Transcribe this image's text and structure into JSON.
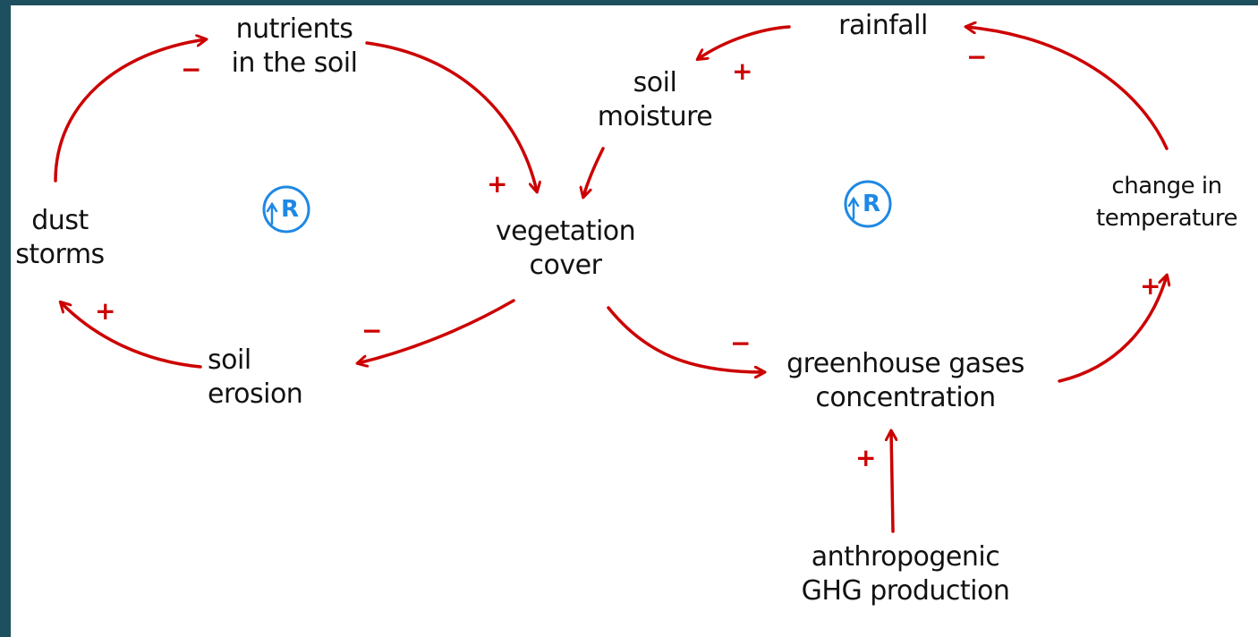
{
  "colors": {
    "frame": "#1d4f5e",
    "background": "#ffffff",
    "text": "#111111",
    "link": "#cc0000",
    "loop_marker": "#1e88e5"
  },
  "nodes": {
    "nutrients": {
      "line1": "nutrients",
      "line2": "in the soil"
    },
    "dust_storms": {
      "line1": "dust",
      "line2": "storms"
    },
    "soil_erosion": {
      "line1": "soil",
      "line2": "erosion"
    },
    "vegetation_cover": {
      "line1": "vegetation",
      "line2": "cover"
    },
    "soil_moisture": {
      "line1": "soil",
      "line2": "moisture"
    },
    "rainfall": {
      "line1": "rainfall"
    },
    "change_in_temperature": {
      "line1": "change in",
      "line2": "temperature"
    },
    "greenhouse_gases": {
      "line1": "greenhouse gases",
      "line2": "concentration"
    },
    "anthropogenic_ghg": {
      "line1": "anthropogenic",
      "line2": "GHG production"
    }
  },
  "loops": [
    {
      "label": "R",
      "type": "reinforcing"
    },
    {
      "label": "R",
      "type": "reinforcing"
    }
  ],
  "links": [
    {
      "from": "dust storms",
      "to": "nutrients in the soil",
      "polarity": "−"
    },
    {
      "from": "nutrients in the soil",
      "to": "vegetation cover",
      "polarity": "+"
    },
    {
      "from": "vegetation cover",
      "to": "soil erosion",
      "polarity": "−"
    },
    {
      "from": "soil erosion",
      "to": "dust storms",
      "polarity": "+"
    },
    {
      "from": "rainfall",
      "to": "soil moisture",
      "polarity": "+"
    },
    {
      "from": "soil moisture",
      "to": "vegetation cover",
      "polarity": ""
    },
    {
      "from": "vegetation cover",
      "to": "greenhouse gases concentration",
      "polarity": "−"
    },
    {
      "from": "greenhouse gases concentration",
      "to": "change in temperature",
      "polarity": "+"
    },
    {
      "from": "change in temperature",
      "to": "rainfall",
      "polarity": "−"
    },
    {
      "from": "anthropogenic GHG production",
      "to": "greenhouse gases concentration",
      "polarity": "+"
    }
  ]
}
